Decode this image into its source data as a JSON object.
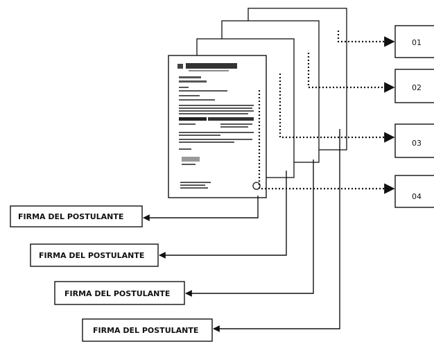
{
  "diagram": {
    "page_numbers": [
      "01",
      "02",
      "03",
      "04"
    ],
    "signature_labels": [
      "FIRMA DEL POSTULANTE",
      "FIRMA DEL POSTULANTE",
      "FIRMA DEL POSTULANTE",
      "FIRMA DEL POSTULANTE"
    ]
  },
  "colors": {
    "line": "#111111",
    "sheet_fill": "#ffffff",
    "document_text": "#555555"
  }
}
